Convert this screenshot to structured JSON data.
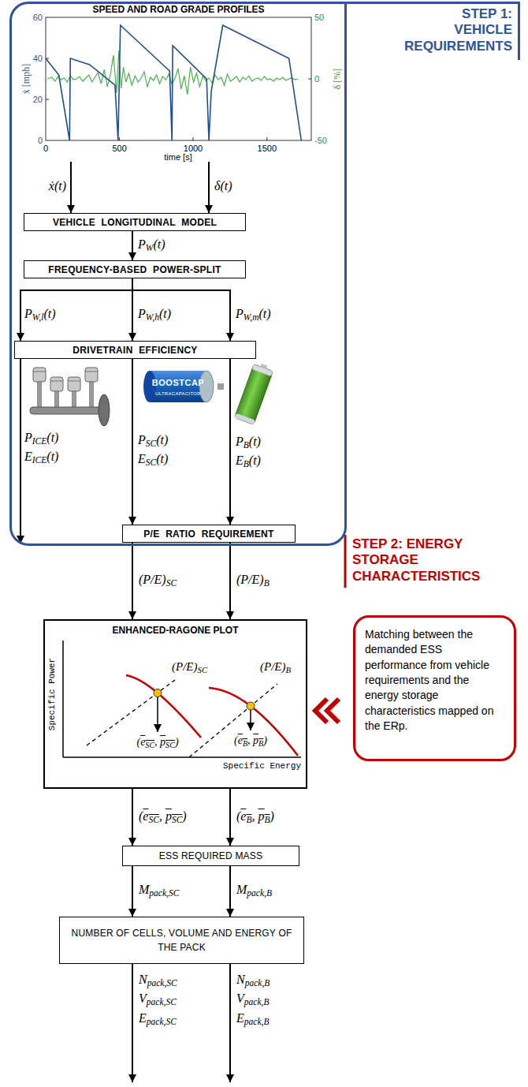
{
  "diagram": {
    "nodes": [
      {
        "text": [
          "STEP 1: VEHICLE REQUIREMENTS"
        ]
      },
      {
        "text": [
          "SPEED AND ROAD GRADE PROFILES"
        ],
        "in": 0
      },
      {
        "text": [
          "VEHICLE LONGITUDINAL MODEL"
        ],
        "in": 0
      },
      {
        "text": [
          "FREQUENCY-BASED POWER-SPLIT"
        ],
        "in": 0
      },
      {
        "text": [
          "DRIVETRAIN EFFICIENCY"
        ],
        "in": 0
      },
      {
        "text": [
          "P/E RATIO REQUIREMENT"
        ],
        "in": 0
      },
      {
        "text": [
          "STEP 2: ENERGY STORAGE CHARACTERISTICS",
          "Matching between the demanded ESS performance from vehicle requirements and the energy storage characteristics mapped on the ERp."
        ]
      },
      {
        "text": [
          "ENHANCED-RAGONE PLOT"
        ]
      },
      {
        "text": [
          "ESS REQUIRED MASS"
        ]
      },
      {
        "text": [
          "NUMBER OF CELLS, VOLUME AND ENERGY OF THE PACK"
        ]
      }
    ],
    "edges": [
      {
        "from": 1,
        "to": 2,
        "arrow": "to",
        "label": "ẋ(t)"
      },
      {
        "from": 1,
        "to": 2,
        "arrow": "to",
        "label": "δ(t)"
      },
      {
        "from": 2,
        "to": 3,
        "arrow": "to",
        "label": "PW(t)"
      },
      {
        "from": 3,
        "to": 4,
        "arrow": "to",
        "label": "PW,l(t)"
      },
      {
        "from": 3,
        "to": 4,
        "arrow": "to",
        "label": "PW,h(t)"
      },
      {
        "from": 3,
        "to": 4,
        "arrow": "to",
        "label": "PW,m(t)"
      },
      {
        "from": 4,
        "to": 5,
        "arrow": "to",
        "label": "PSC(t) ESC(t)"
      },
      {
        "from": 4,
        "to": 5,
        "arrow": "to",
        "label": "PB(t) EB(t)"
      },
      {
        "from": 5,
        "to": 7,
        "arrow": "to",
        "label": "(P/E)SC"
      },
      {
        "from": 5,
        "to": 7,
        "arrow": "to",
        "label": "(P/E)B"
      },
      {
        "from": 7,
        "to": 8,
        "arrow": "to",
        "label": "(eSC, pSC)"
      },
      {
        "from": 7,
        "to": 8,
        "arrow": "to",
        "label": "(eB, pB)"
      },
      {
        "from": 8,
        "to": 9,
        "arrow": "to",
        "label": "Mpack,SC"
      },
      {
        "from": 8,
        "to": 9,
        "arrow": "to",
        "label": "Mpack,B"
      }
    ],
    "labels": [
      "60",
      "40",
      "20",
      "0",
      "50",
      "0",
      "-50",
      "0",
      "500",
      "1000",
      "1500",
      "time [s]",
      "ẋ [mph]",
      "δ [%]",
      "BOOSTCAP",
      "ULTRACAPACITOR",
      "PICE(t) EICE(t)",
      "Specific Power",
      "Specific Energy",
      "(P/E)SC",
      "(P/E)B",
      "(eSC, pSC)",
      "(eB, pB)",
      "Npack,SC Vpack,SC Epack,SC",
      "Npack,B Vpack,B Epack,B"
    ]
  }
}
